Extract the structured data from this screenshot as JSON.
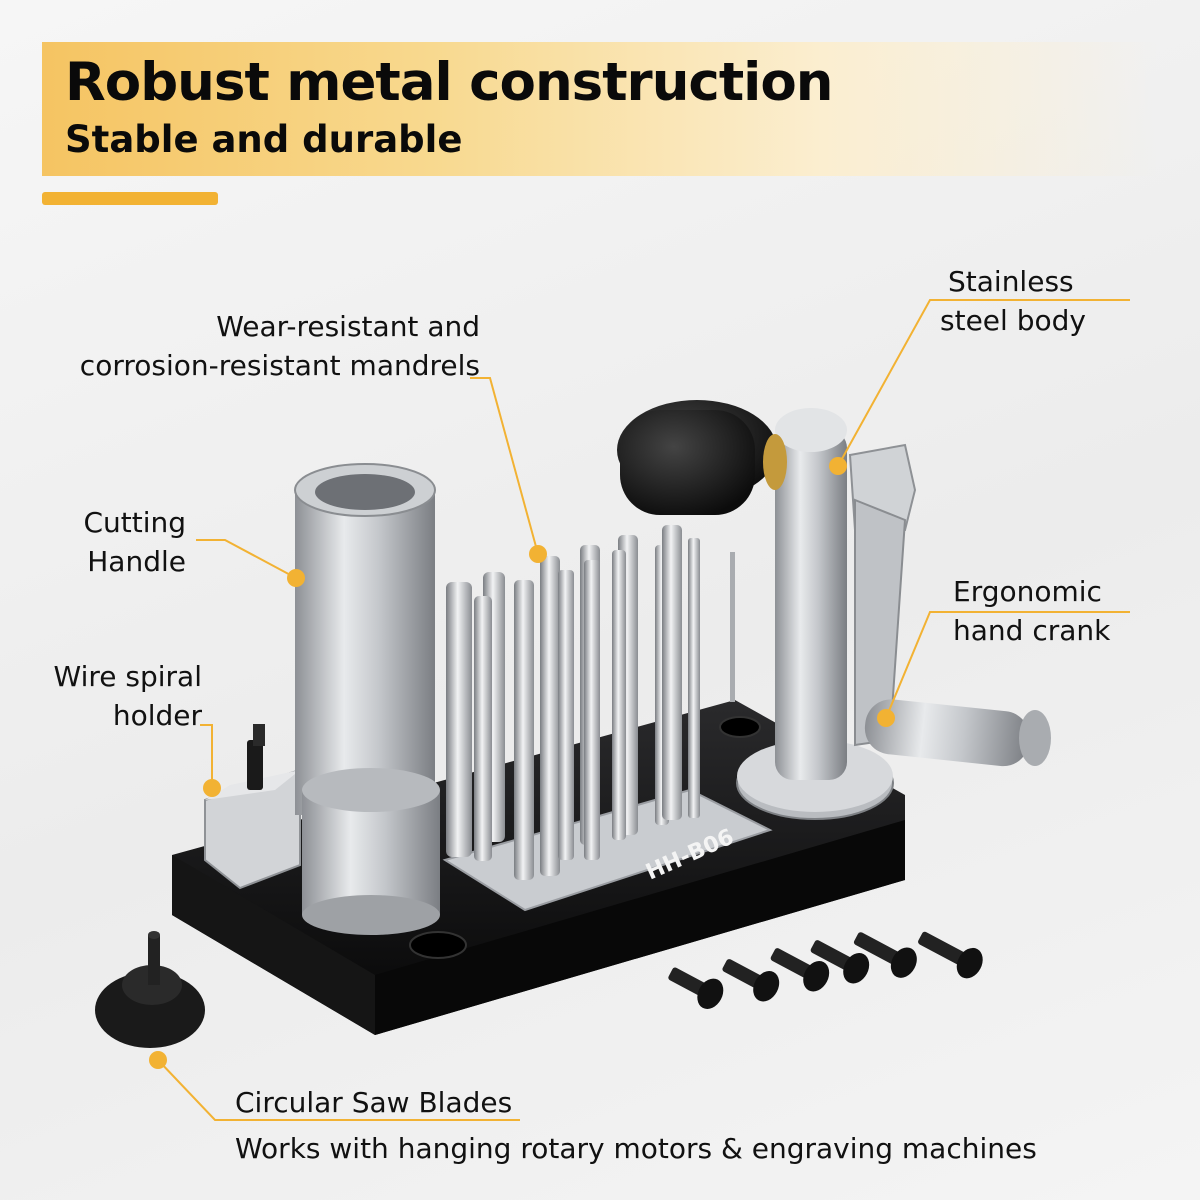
{
  "header": {
    "title": "Robust metal construction",
    "subtitle": "Stable and durable"
  },
  "callouts": {
    "mandrels_line1": "Wear-resistant and",
    "mandrels_line2": "corrosion-resistant mandrels",
    "body_line1": "Stainless",
    "body_line2": "steel body",
    "cutting_line1": "Cutting",
    "cutting_line2": "Handle",
    "crank_line1": "Ergonomic",
    "crank_line2": "hand crank",
    "holder_line1": "Wire spiral",
    "holder_line2": "holder",
    "saw_line1": "Circular Saw Blades",
    "saw_line2": "Works with hanging rotary motors & engraving machines"
  },
  "product": {
    "model_label": "HH-B06"
  },
  "colors": {
    "accent": "#f2b233",
    "banner": "#f5c462",
    "text": "#111111"
  }
}
